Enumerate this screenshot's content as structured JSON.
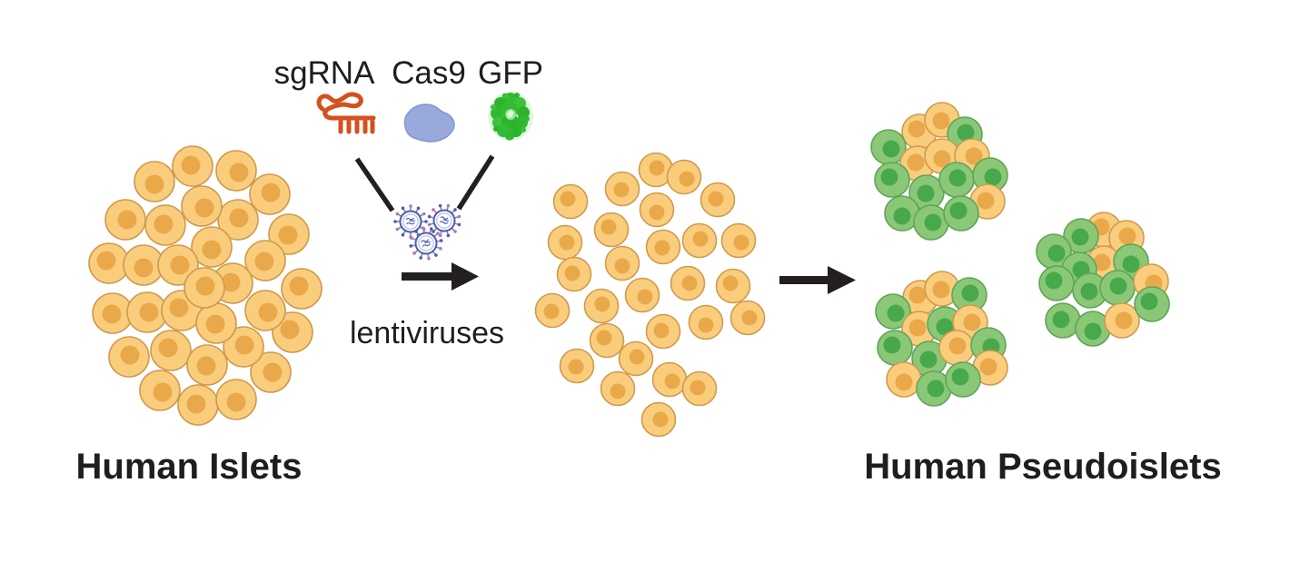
{
  "labels": {
    "sgrna": "sgRNA",
    "cas9": "Cas9",
    "gfp": "GFP",
    "lentiviruses": "lentiviruses",
    "human_islets": "Human Islets",
    "human_pseudoislets": "Human Pseudoislets"
  },
  "icons": {
    "sgrna": "sgrna-icon",
    "cas9": "cas9-protein-icon",
    "gfp": "gfp-protein-icon",
    "virus": "lentivirus-icon",
    "arrow": "arrow-icon"
  },
  "colors": {
    "background": "#FFFFFF",
    "text": "#1E1E1E",
    "arrow_black": "#231F20",
    "orange_cell_body": "#FACD7D",
    "orange_cell_nucleus": "#E9A94A",
    "orange_cell_outline": "#CE9A4E",
    "green_cell_body": "#8AC877",
    "green_cell_nucleus": "#48A94C",
    "green_cell_outline": "#5FA457",
    "sgrna_icon": "#D4511E",
    "cas9_icon": "#9AA9DB",
    "gfp_icon": "#33BB33",
    "virus_outline": "#4E5FA8",
    "virus_spike": "#8E7CC3",
    "virus_spike_tip_alt": "#B07AB4"
  },
  "figure": {
    "islet_cluster": {
      "cell_radius": 22,
      "nucleus_radius": 10.5,
      "cells": [
        [
          332,
          318
        ],
        [
          318,
          258
        ],
        [
          297,
          214
        ],
        [
          260,
          188
        ],
        [
          212,
          183
        ],
        [
          170,
          200
        ],
        [
          138,
          242
        ],
        [
          120,
          290
        ],
        [
          124,
          345
        ],
        [
          142,
          393
        ],
        [
          176,
          430
        ],
        [
          218,
          446
        ],
        [
          260,
          440
        ],
        [
          298,
          410
        ],
        [
          322,
          366
        ],
        [
          292,
          287
        ],
        [
          262,
          242
        ],
        [
          222,
          227
        ],
        [
          182,
          248
        ],
        [
          158,
          292
        ],
        [
          162,
          344
        ],
        [
          188,
          386
        ],
        [
          228,
          402
        ],
        [
          268,
          382
        ],
        [
          292,
          342
        ],
        [
          256,
          312
        ],
        [
          233,
          272
        ],
        [
          196,
          292
        ],
        [
          200,
          342
        ],
        [
          238,
          356
        ],
        [
          225,
          317
        ]
      ]
    },
    "dispersed_cells": {
      "cell_radius": 18.5,
      "nucleus_radius": 8.5,
      "cells": [
        [
          628,
          222
        ],
        [
          685,
          208
        ],
        [
          722,
          187
        ],
        [
          753,
          195
        ],
        [
          790,
          220
        ],
        [
          723,
          231
        ],
        [
          622,
          267
        ],
        [
          673,
          253
        ],
        [
          730,
          272
        ],
        [
          770,
          265
        ],
        [
          813,
          265
        ],
        [
          632,
          302
        ],
        [
          685,
          290
        ],
        [
          757,
          312
        ],
        [
          807,
          315
        ],
        [
          608,
          342
        ],
        [
          662,
          337
        ],
        [
          707,
          325
        ],
        [
          730,
          365
        ],
        [
          777,
          355
        ],
        [
          823,
          350
        ],
        [
          668,
          375
        ],
        [
          635,
          403
        ],
        [
          700,
          395
        ],
        [
          737,
          418
        ],
        [
          770,
          428
        ],
        [
          680,
          428
        ],
        [
          725,
          462
        ]
      ]
    },
    "pseudoislets": {
      "cell_radius": 19,
      "nucleus_radius": 9.5,
      "clusters": [
        [
          [
            "o",
            1012,
            145
          ],
          [
            "o",
            1037,
            132
          ],
          [
            "g",
            1062,
            148
          ],
          [
            "g",
            978,
            162
          ],
          [
            "o",
            1010,
            180
          ],
          [
            "o",
            1037,
            172
          ],
          [
            "o",
            1070,
            172
          ],
          [
            "g",
            982,
            198
          ],
          [
            "g",
            1020,
            212
          ],
          [
            "g",
            1053,
            198
          ],
          [
            "g",
            1090,
            193
          ],
          [
            "o",
            1087,
            222
          ],
          [
            "g",
            993,
            235
          ],
          [
            "g",
            1025,
            245
          ],
          [
            "g",
            1058,
            235
          ]
        ],
        [
          [
            "o",
            1013,
            328
          ],
          [
            "o",
            1037,
            318
          ],
          [
            "g",
            1067,
            325
          ],
          [
            "g",
            983,
            343
          ],
          [
            "o",
            1012,
            362
          ],
          [
            "g",
            1040,
            357
          ],
          [
            "o",
            1068,
            355
          ],
          [
            "g",
            985,
            383
          ],
          [
            "g",
            1023,
            395
          ],
          [
            "o",
            1053,
            383
          ],
          [
            "g",
            1088,
            380
          ],
          [
            "o",
            1090,
            405
          ],
          [
            "o",
            995,
            418
          ],
          [
            "g",
            1028,
            428
          ],
          [
            "g",
            1060,
            418
          ]
        ],
        [
          [
            "o",
            1215,
            253
          ],
          [
            "g",
            1190,
            260
          ],
          [
            "o",
            1240,
            262
          ],
          [
            "g",
            1160,
            277
          ],
          [
            "o",
            1215,
            290
          ],
          [
            "g",
            1245,
            288
          ],
          [
            "g",
            1188,
            297
          ],
          [
            "g",
            1163,
            312
          ],
          [
            "g",
            1200,
            320
          ],
          [
            "g",
            1230,
            317
          ],
          [
            "o",
            1267,
            310
          ],
          [
            "g",
            1170,
            353
          ],
          [
            "g",
            1203,
            362
          ],
          [
            "o",
            1235,
            353
          ],
          [
            "g",
            1268,
            335
          ]
        ]
      ]
    },
    "viruses": [
      [
        452,
        244,
        0
      ],
      [
        489,
        243,
        15
      ],
      [
        469,
        268,
        -10
      ]
    ]
  }
}
